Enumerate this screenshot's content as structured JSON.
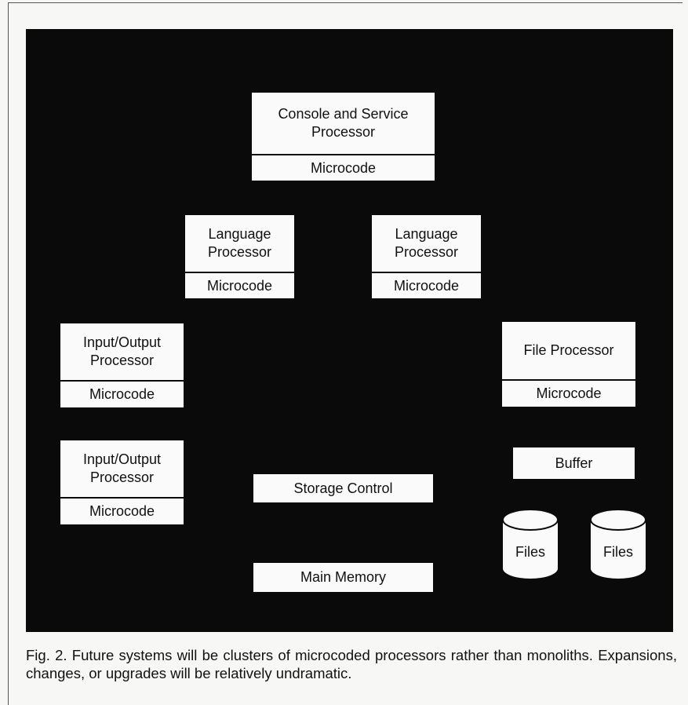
{
  "diagram": {
    "console": {
      "title": "Console and Service Processor",
      "microcode": "Microcode"
    },
    "language_left": {
      "title": "Language Processor",
      "microcode": "Microcode"
    },
    "language_right": {
      "title": "Language Processor",
      "microcode": "Microcode"
    },
    "io_top": {
      "title": "Input/Output Processor",
      "microcode": "Microcode"
    },
    "io_bottom": {
      "title": "Input/Output Processor",
      "microcode": "Microcode"
    },
    "file_processor": {
      "title": "File Processor",
      "microcode": "Microcode"
    },
    "buffer": "Buffer",
    "storage_control": "Storage Control",
    "main_memory": "Main Memory",
    "files_left": "Files",
    "files_right": "Files"
  },
  "caption": "Fig. 2. Future systems will be clusters of microcoded processors rather than monoliths. Expansions, changes, or upgrades will be relatively undramatic.",
  "colors": {
    "panel": "#0a0a0a",
    "box": "#fafafa",
    "page": "#f7f7f5"
  }
}
